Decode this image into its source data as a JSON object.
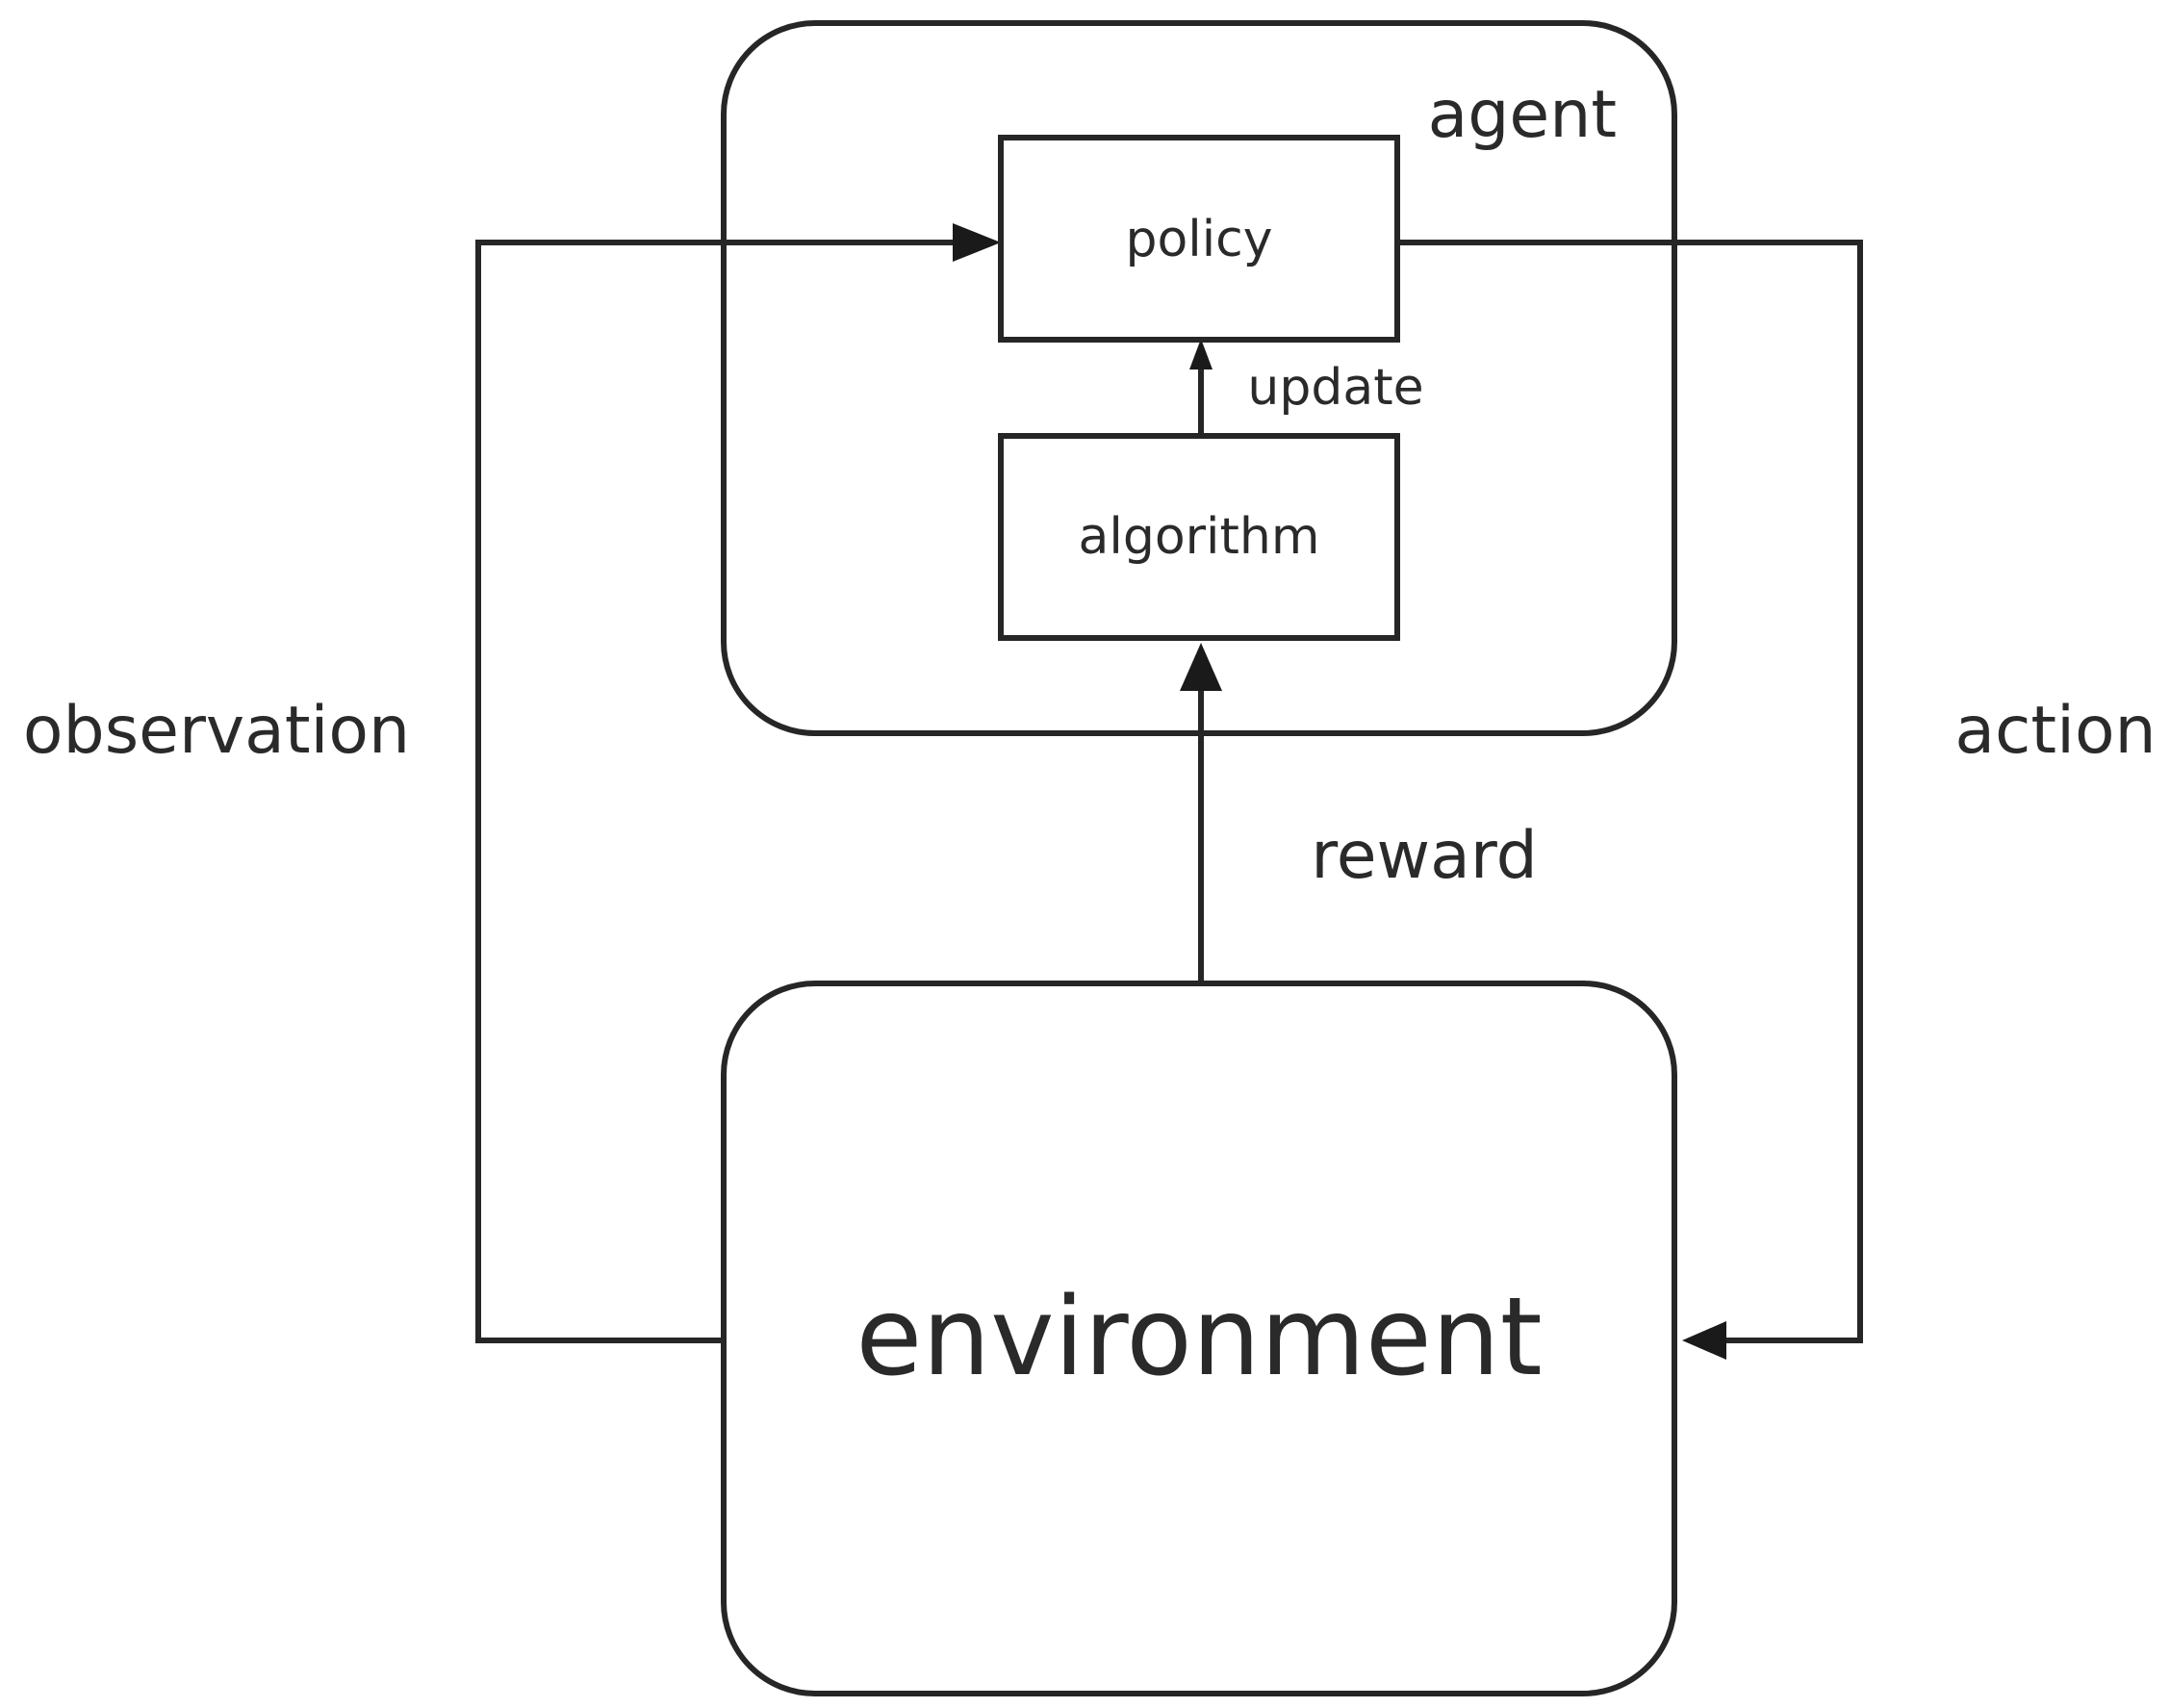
{
  "diagram": {
    "nodes": {
      "agent": {
        "label": "agent"
      },
      "policy": {
        "label": "policy"
      },
      "algorithm": {
        "label": "algorithm"
      },
      "environment": {
        "label": "environment"
      }
    },
    "edges": [
      {
        "id": "observation",
        "from": "environment",
        "to": "policy",
        "label": "observation"
      },
      {
        "id": "action",
        "from": "policy",
        "to": "environment",
        "label": "action"
      },
      {
        "id": "reward",
        "from": "environment",
        "to": "algorithm",
        "label": "reward"
      },
      {
        "id": "update",
        "from": "algorithm",
        "to": "policy",
        "label": "update"
      }
    ]
  }
}
